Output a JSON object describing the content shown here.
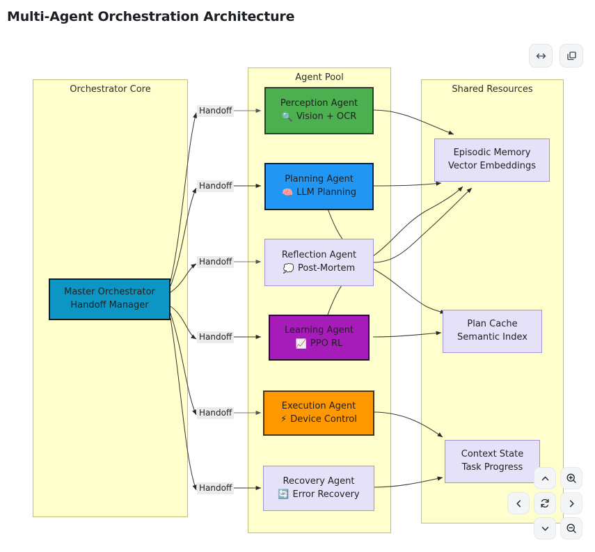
{
  "page": {
    "title": "Multi-Agent Orchestration Architecture"
  },
  "toolbar": {
    "buttons": [
      {
        "name": "fit-width-icon",
        "label": "↔"
      },
      {
        "name": "duplicate-icon",
        "label": "⧉"
      }
    ]
  },
  "diagram": {
    "clusters": [
      {
        "id": "orchestrator-core",
        "label": "Orchestrator Core"
      },
      {
        "id": "agent-pool",
        "label": "Agent Pool"
      },
      {
        "id": "shared-resources",
        "label": "Shared Resources"
      }
    ],
    "nodes": {
      "orchestrator": {
        "line1": "Master Orchestrator",
        "line2": "Handoff Manager",
        "color": "#0d96c4"
      },
      "perception": {
        "line1": "Perception Agent",
        "icon": "🔍",
        "icon_name": "magnifier-icon",
        "line2": "Vision + OCR",
        "color": "#4caf50"
      },
      "planning": {
        "line1": "Planning Agent",
        "icon": "🧠",
        "icon_name": "brain-icon",
        "line2": "LLM Planning",
        "color": "#2196f3"
      },
      "reflection": {
        "line1": "Reflection Agent",
        "icon": "💭",
        "icon_name": "thought-balloon-icon",
        "line2": "Post-Mortem",
        "color": "#e4e1f8"
      },
      "learning": {
        "line1": "Learning Agent",
        "icon": "📈",
        "icon_name": "chart-increasing-icon",
        "line2": "PPO RL",
        "color": "#a61cb8"
      },
      "execution": {
        "line1": "Execution Agent",
        "icon": "⚡",
        "icon_name": "lightning-bolt-icon",
        "line2": "Device Control",
        "color": "#ff9800"
      },
      "recovery": {
        "line1": "Recovery Agent",
        "icon": "🔄",
        "icon_name": "refresh-arrows-icon",
        "line2": "Error Recovery",
        "color": "#e4e1f8"
      },
      "episodic_memory": {
        "line1": "Episodic Memory",
        "line2": "Vector Embeddings",
        "color": "#e4e1f8"
      },
      "plan_cache": {
        "line1": "Plan Cache",
        "line2": "Semantic Index",
        "color": "#e4e1f8"
      },
      "context_state": {
        "line1": "Context State",
        "line2": "Task Progress",
        "color": "#e4e1f8"
      }
    },
    "edge_labels": [
      "Handoff",
      "Handoff",
      "Handoff",
      "Handoff",
      "Handoff",
      "Handoff"
    ]
  },
  "navpad": {
    "buttons": [
      {
        "name": "pan-up-button",
        "glyph": "chevron-up-icon"
      },
      {
        "name": "zoom-in-button",
        "glyph": "magnifier-plus-icon"
      },
      {
        "name": "pan-left-button",
        "glyph": "chevron-left-icon"
      },
      {
        "name": "reset-view-button",
        "glyph": "refresh-icon"
      },
      {
        "name": "pan-right-button",
        "glyph": "chevron-right-icon"
      },
      {
        "name": "pan-down-button",
        "glyph": "chevron-down-icon"
      },
      {
        "name": "zoom-out-button",
        "glyph": "magnifier-minus-icon"
      }
    ]
  },
  "colors": {
    "cluster_fill": "#ffffce",
    "cluster_border": "#bfbf6e",
    "lavender_fill": "#e4e1f8",
    "lavender_border": "#9e92d6",
    "edge_label_bg": "#ececec"
  }
}
